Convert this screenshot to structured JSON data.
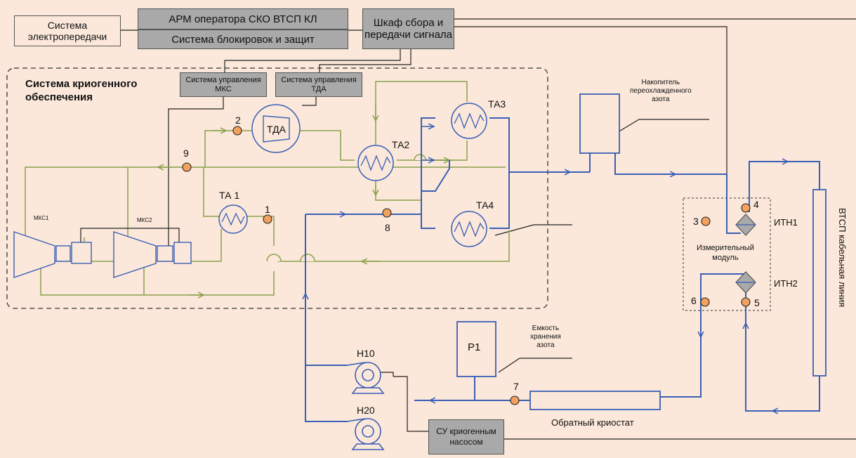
{
  "top": {
    "power_system": "Система\nэлектропередачи",
    "arm_operator": "АРМ оператора СКО ВТСП КЛ",
    "protection_system": "Система блокировок и защит",
    "signal_cabinet": "Шкаф сбора и\nпередачи сигнала"
  },
  "cryo": {
    "title": "Система криогенного\nобеспечения",
    "mks_control": "Система управления\nМКС",
    "tda_control": "Система управления\nТДА",
    "tda": "ТДА",
    "ta1": "ТА 1",
    "ta2": "ТА2",
    "ta3": "ТА3",
    "ta4": "ТА4",
    "mks1": "МКС1",
    "mks2": "МКС2"
  },
  "points": {
    "p1": "1",
    "p2": "2",
    "p3": "3",
    "p4": "4",
    "p5": "5",
    "p6": "6",
    "p7": "7",
    "p8": "8",
    "p9": "9"
  },
  "right": {
    "accumulator": "Накопитель\nпереохлажденного\nазота",
    "itn1": "ИТН1",
    "itn2": "ИТН2",
    "measuring_module": "Измерительный\nмодуль",
    "cable_line": "ВТСП кабельная линия"
  },
  "bottom": {
    "storage": "Емкость\nхранения\nазота",
    "p1_tank": "Р1",
    "h10": "Н10",
    "h20": "Н20",
    "pump_control": "СУ криогенным\nнасосом",
    "return_cryostat": "Обратный криостат"
  },
  "colors": {
    "blue": "#3a5fb5",
    "green": "#8aa04a",
    "point": "#f2a15f",
    "background": "#fbe8da",
    "box_gray": "#a9a9a9"
  }
}
